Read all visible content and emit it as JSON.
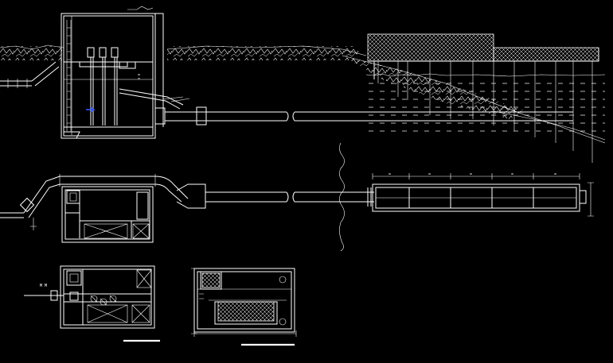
{
  "drawing": {
    "background": "#000000",
    "line_color": "#ffffff",
    "accent_color": "#3a5bff",
    "views": [
      {
        "id": "elevation-section",
        "labels": [
          "=",
          "=",
          "="
        ]
      },
      {
        "id": "plan-view",
        "labels": [
          "=",
          "=",
          "=",
          "=",
          "="
        ]
      },
      {
        "id": "tank-plan",
        "labels": [
          "M  M"
        ]
      },
      {
        "id": "tank-section",
        "labels": []
      }
    ],
    "break_symbol": "~"
  }
}
